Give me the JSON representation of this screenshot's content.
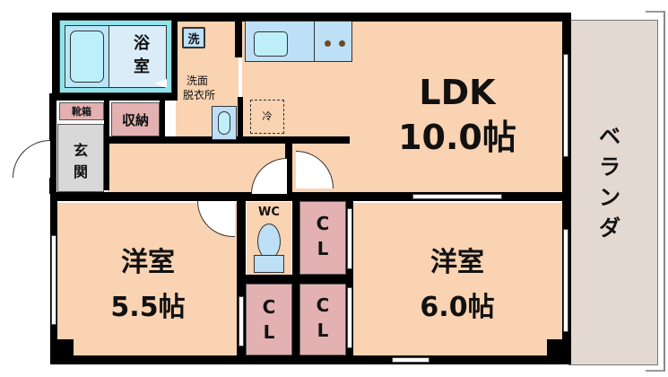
{
  "floorplan": {
    "rooms": {
      "ldk": {
        "name": "LDK",
        "size": "10.0帖"
      },
      "western_room_1": {
        "name": "洋室",
        "size": "5.5帖"
      },
      "western_room_2": {
        "name": "洋室",
        "size": "6.0帖"
      },
      "bathroom": {
        "line1": "浴",
        "line2": "室"
      },
      "washroom": {
        "line1": "洗面",
        "line2": "脱衣所"
      },
      "washer": "洗",
      "fridge": "冷",
      "shoe_box": "靴箱",
      "storage": "収納",
      "entrance": {
        "line1": "玄",
        "line2": "関"
      },
      "toilet": "WC",
      "closets": [
        {
          "line1": "C",
          "line2": "L"
        },
        {
          "line1": "C",
          "line2": "L"
        },
        {
          "line1": "C",
          "line2": "L"
        }
      ],
      "veranda": [
        "ベ",
        "ラ",
        "ン",
        "ダ"
      ]
    },
    "colors": {
      "floor": "#f9d3b2",
      "wall": "#000000",
      "bath_outer": "#8fe3ea",
      "bath_inner": "#d9ecf8",
      "bath_tub": "#b9e6f7",
      "closet": "#e3b1b1",
      "entrance": "#d8d8d8",
      "veranda": "#e3d9d0",
      "kitchen": "#bde0f7"
    }
  }
}
